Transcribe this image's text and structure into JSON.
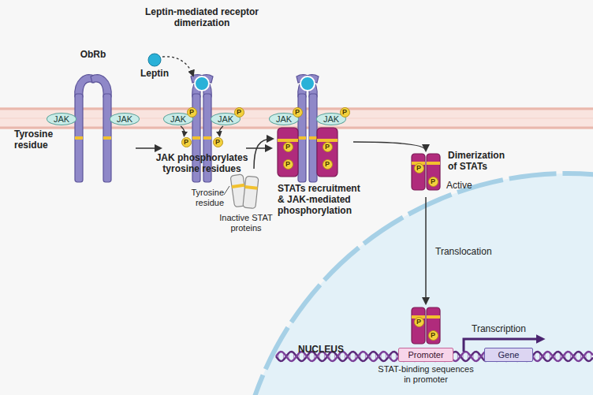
{
  "diagram": {
    "nodes": [
      {
        "text": [
          "JAK"
        ]
      },
      {
        "text": [
          "JAK"
        ]
      },
      {
        "text": [
          "JAK"
        ]
      },
      {
        "text": [
          "P"
        ]
      },
      {
        "text": [
          "JAK"
        ]
      },
      {
        "text": [
          "P"
        ]
      },
      {
        "text": [
          "P"
        ]
      },
      {
        "text": [
          "P"
        ]
      },
      {
        "text": [
          "JAK"
        ]
      },
      {
        "text": [
          "P"
        ]
      },
      {
        "text": [
          "JAK"
        ]
      },
      {
        "text": [
          "P"
        ]
      },
      {
        "text": [
          "P"
        ]
      },
      {
        "text": [
          "P"
        ]
      },
      {
        "text": [
          "P"
        ]
      },
      {
        "text": [
          "P"
        ]
      },
      {
        "text": [
          "P"
        ]
      },
      {
        "text": [
          "P"
        ]
      },
      {
        "text": [
          "P"
        ]
      },
      {
        "text": [
          "P"
        ]
      },
      {
        "text": [
          "Promoter"
        ]
      },
      {
        "text": [
          "Gene"
        ]
      }
    ],
    "edges": [
      {
        "from": 2,
        "to": 6,
        "arrow": "to"
      },
      {
        "from": 4,
        "to": 7,
        "arrow": "to"
      }
    ],
    "labels": [
      "Leptin-mediated receptor dimerization",
      "ObRb",
      "Leptin",
      "Tyrosine residue",
      "JAK phosphorylates tyrosine residues",
      "Tyrosine residue",
      "Inactive STAT proteins",
      "STATs recruitment & JAK-mediated phosphorylation",
      "Dimerization of STATs",
      "Active",
      "Translocation",
      "Transcription",
      "NUCLEUS",
      "STAT-binding sequences in promoter"
    ]
  }
}
